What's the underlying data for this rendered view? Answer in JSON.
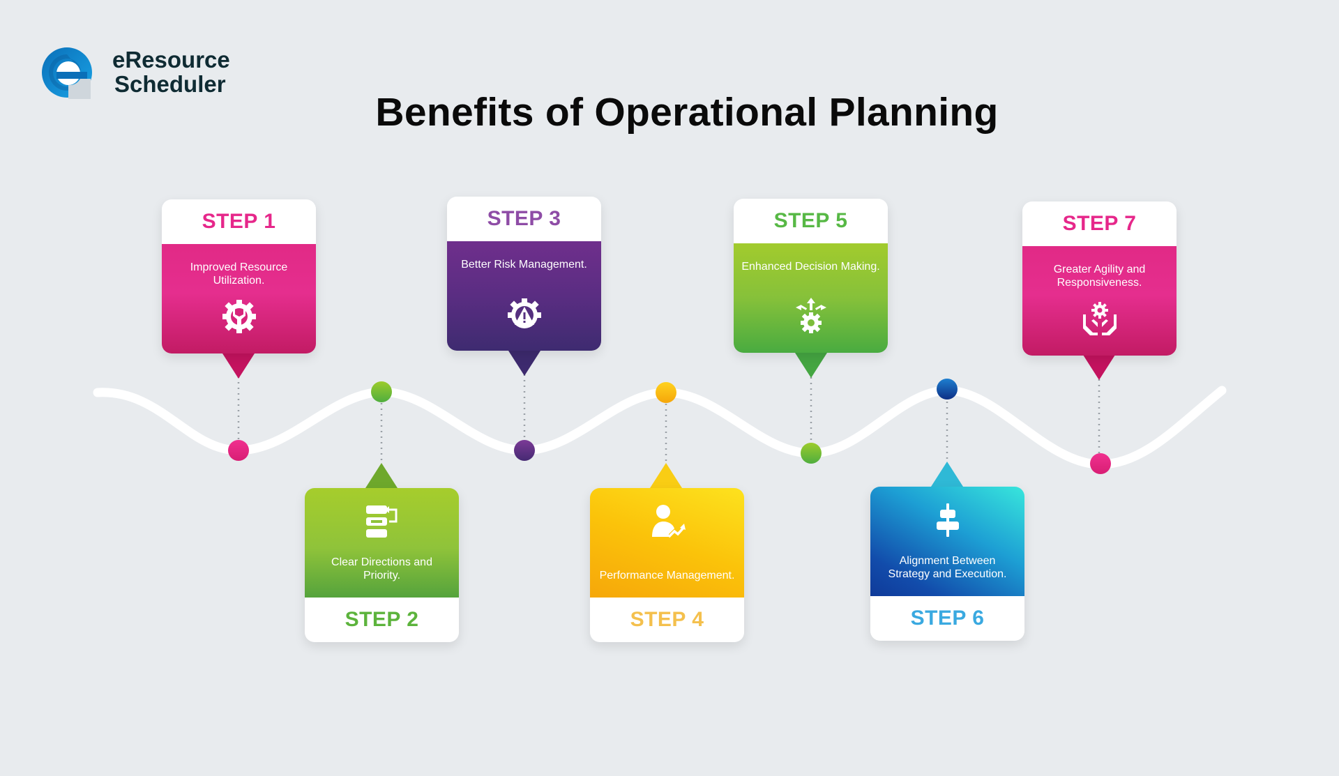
{
  "brand": {
    "line1": "eResource",
    "line2": "Scheduler"
  },
  "title": "Benefits of Operational Planning",
  "colors": {
    "pink": "#e6278a",
    "purple": "#5a2d82",
    "green": "#6cc04a",
    "yellow": "#fbc30a",
    "blue": "#1c86d1"
  },
  "steps": [
    {
      "label": "STEP 1",
      "text": "Improved Resource Utilization.",
      "icon": "wrench-gear-icon",
      "label_color": "#e6278a"
    },
    {
      "label": "STEP 2",
      "text": "Clear Directions and Priority.",
      "icon": "flowchart-icon",
      "label_color": "#5cb33c"
    },
    {
      "label": "STEP 3",
      "text": "Better Risk Management.",
      "icon": "risk-warning-gear-icon",
      "label_color": "#8e4ca6"
    },
    {
      "label": "STEP 4",
      "text": "Performance Management.",
      "icon": "person-growth-icon",
      "label_color": "#f4c04d"
    },
    {
      "label": "STEP 5",
      "text": "Enhanced Decision Making.",
      "icon": "gear-arrows-icon",
      "label_color": "#57b845"
    },
    {
      "label": "STEP 6",
      "text": "Alignment Between Strategy and Execution.",
      "icon": "center-align-icon",
      "label_color": "#3aa9e0"
    },
    {
      "label": "STEP 7",
      "text": "Greater Agility and Responsiveness.",
      "icon": "hands-gear-icon",
      "label_color": "#e6278a"
    }
  ]
}
